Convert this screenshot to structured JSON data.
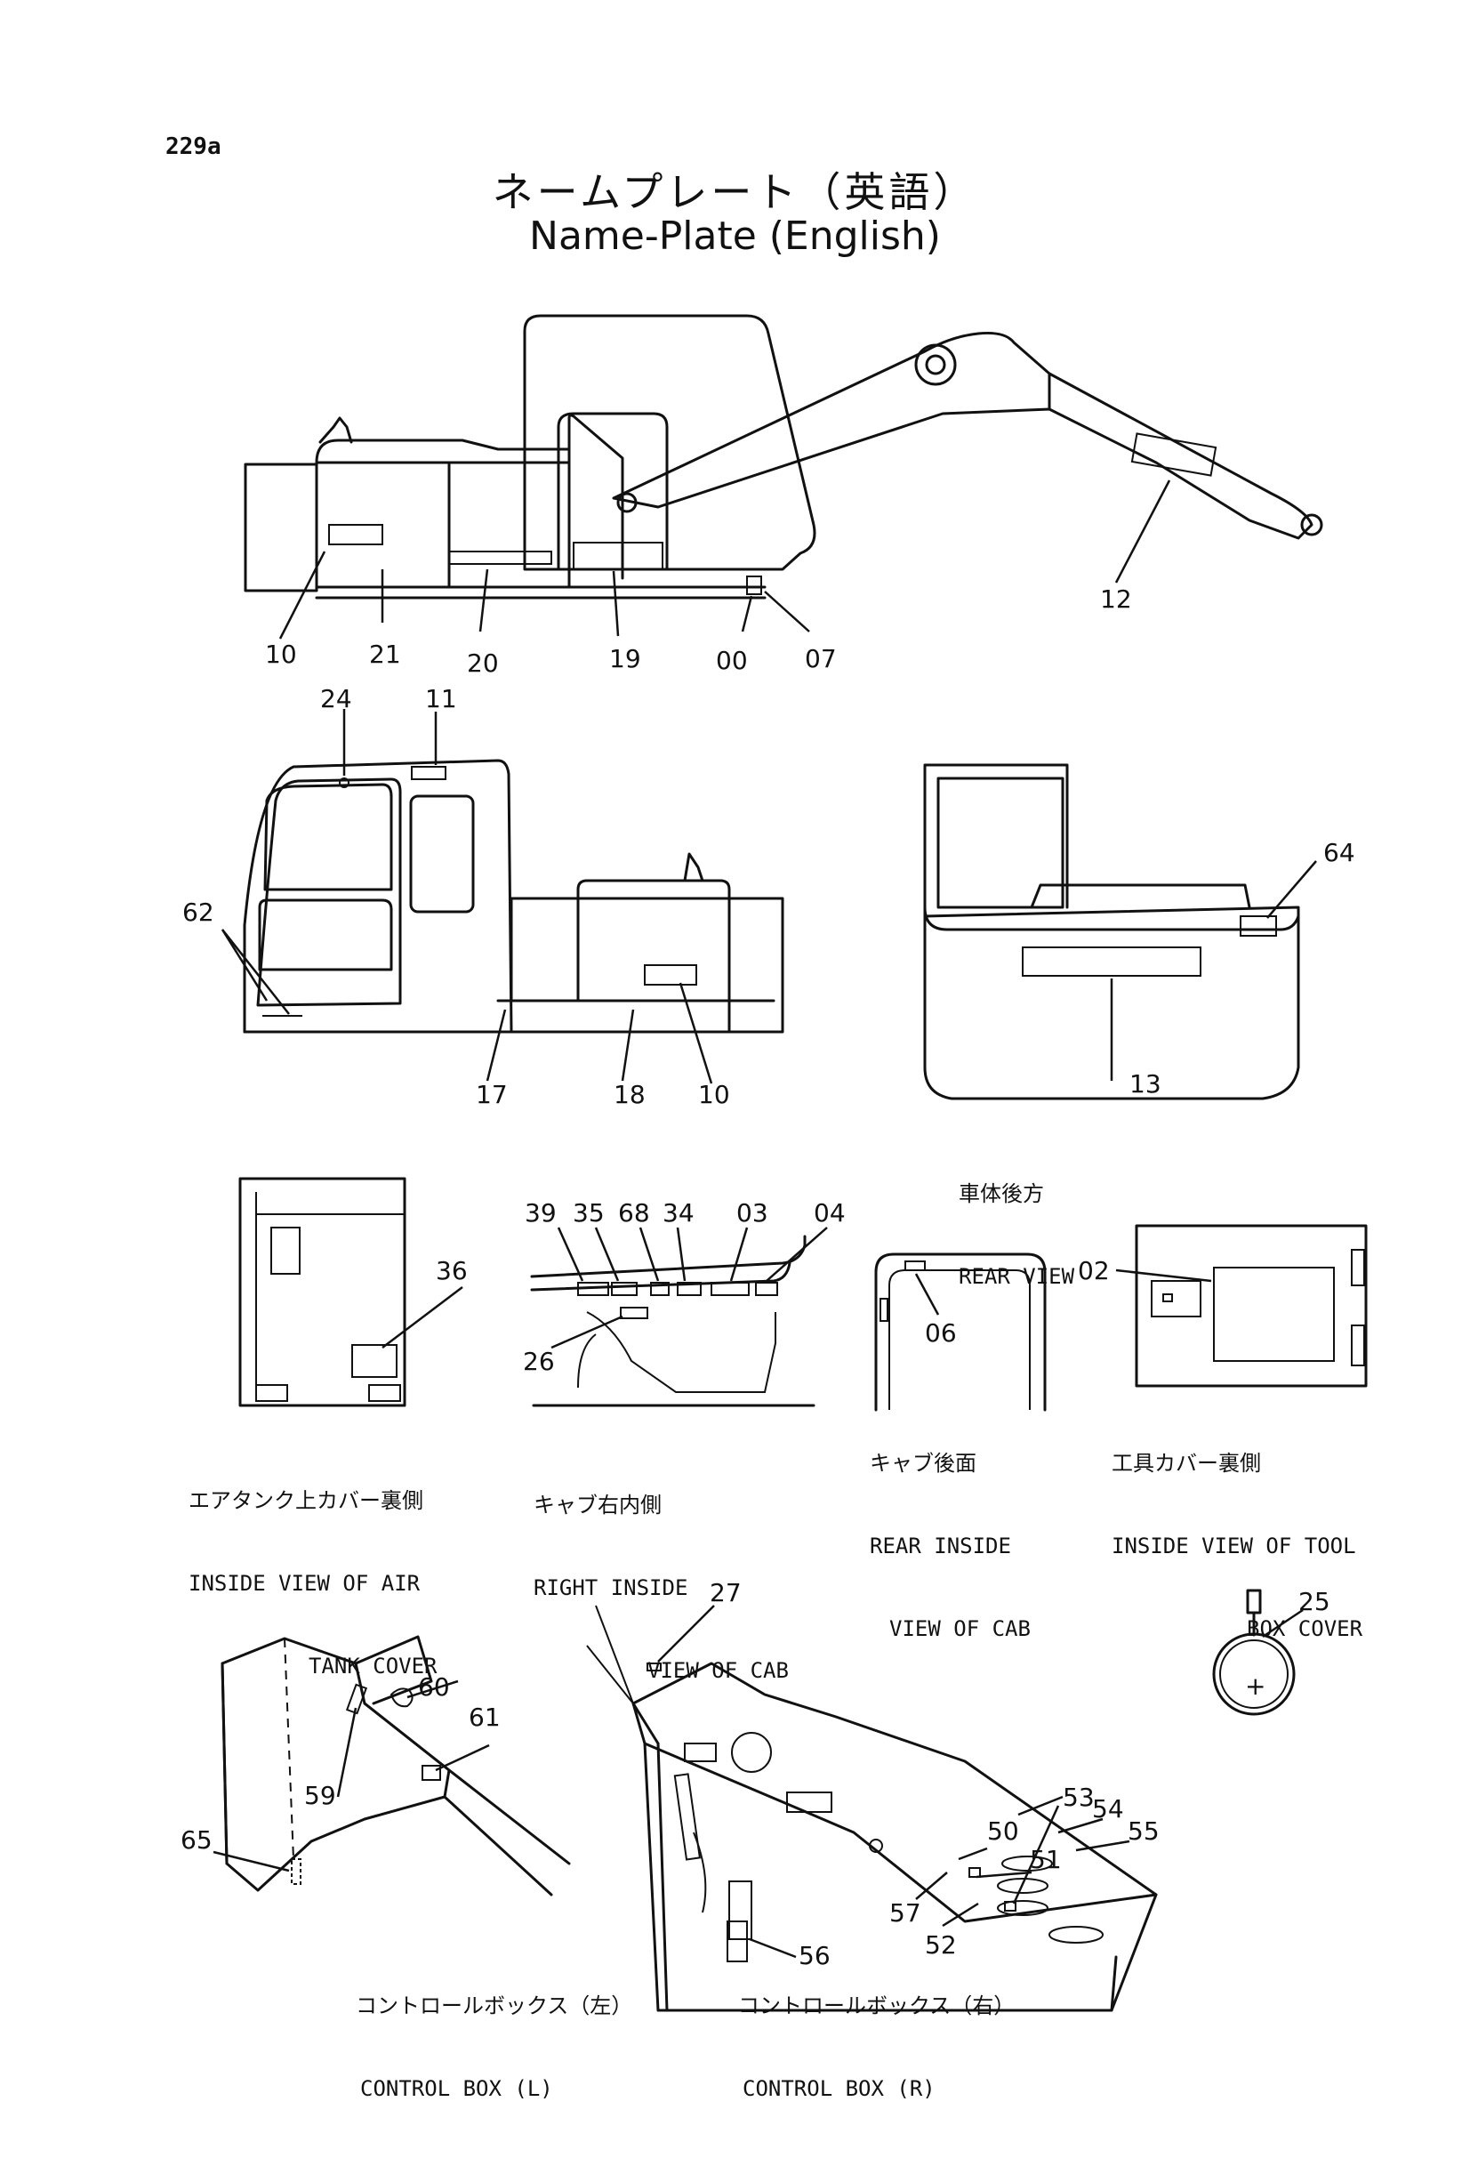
{
  "page_number": "229a",
  "title_jp": "ネームプレート（英語）",
  "title_en": "Name-Plate (English)",
  "callouts": {
    "c00": "00",
    "c02": "02",
    "c03": "03",
    "c04": "04",
    "c06": "06",
    "c07": "07",
    "c10a": "10",
    "c10b": "10",
    "c11": "11",
    "c12": "12",
    "c13": "13",
    "c17": "17",
    "c18": "18",
    "c19": "19",
    "c20": "20",
    "c21": "21",
    "c24": "24",
    "c25": "25",
    "c26": "26",
    "c27": "27",
    "c34": "34",
    "c35": "35",
    "c36": "36",
    "c39": "39",
    "c50": "50",
    "c51": "51",
    "c52": "52",
    "c53": "53",
    "c54": "54",
    "c55": "55",
    "c56": "56",
    "c57": "57",
    "c59": "59",
    "c60": "60",
    "c61": "61",
    "c62": "62",
    "c64": "64",
    "c65": "65",
    "c68": "68"
  },
  "captions": {
    "rear_view_jp": "車体後方",
    "rear_view_en": "REAR VIEW",
    "air_tank_jp": "エアタンク上カバー裏側",
    "air_tank_en1": "INSIDE VIEW OF AIR",
    "air_tank_en2": "TANK COVER",
    "cab_right_jp": "キャブ右内側",
    "cab_right_en1": "RIGHT INSIDE",
    "cab_right_en2": "VIEW OF CAB",
    "cab_rear_jp": "キャブ後面",
    "cab_rear_en1": "REAR INSIDE",
    "cab_rear_en2": "VIEW OF CAB",
    "tool_box_jp": "工具カバー裏側",
    "tool_box_en1": "INSIDE VIEW OF TOOL",
    "tool_box_en2": "BOX COVER",
    "ctrl_l_jp": "コントロールボックス（左）",
    "ctrl_l_en": "CONTROL BOX (L)",
    "ctrl_r_jp": "コントロールボックス（右）",
    "ctrl_r_en": "CONTROL BOX (R)"
  }
}
